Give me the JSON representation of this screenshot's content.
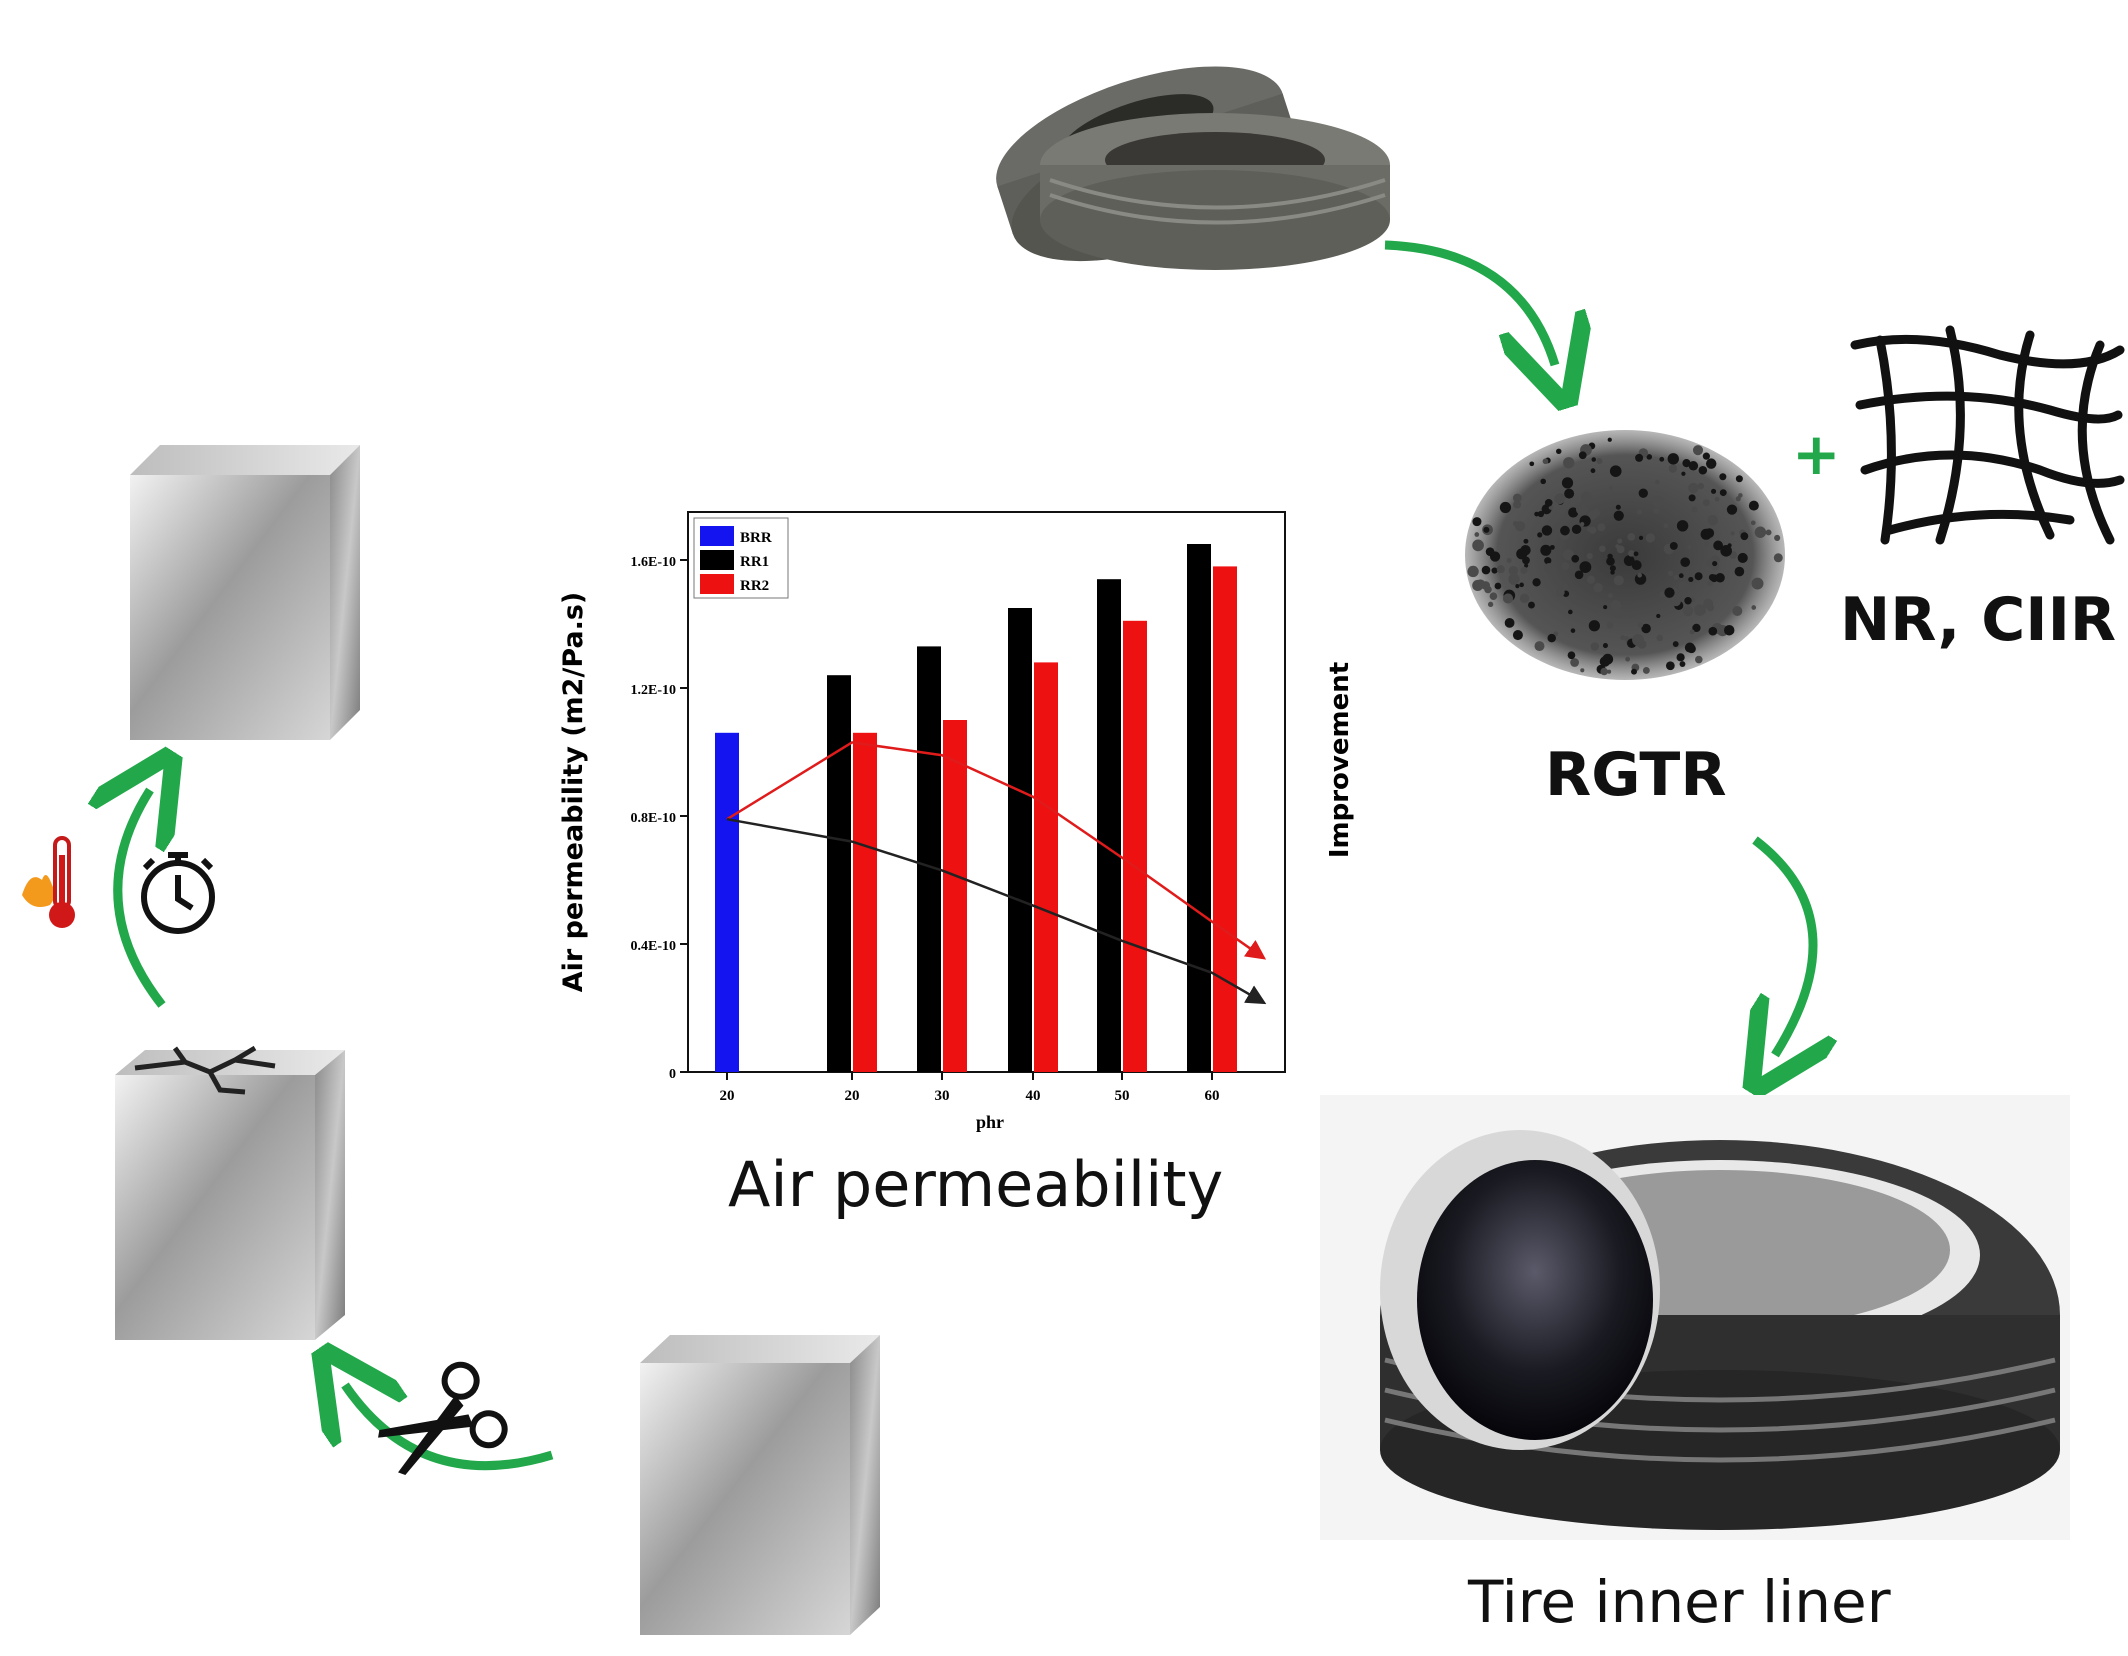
{
  "labels": {
    "rgtr": "RGTR",
    "nr_ciir": "NR, CIIR",
    "tire_inner_liner": "Tire inner liner",
    "air_permeability": "Air permeability",
    "plus": "+"
  },
  "colors": {
    "arrow_green": "#22a84a",
    "bar_blue": "#1414f0",
    "bar_black": "#000000",
    "bar_red": "#ee1111",
    "trend_red": "#e01b1b",
    "trend_black": "#222222"
  },
  "icons": [
    "tires-icon",
    "rubber-granules-icon",
    "polymer-network-icon",
    "tire-cross-section-icon",
    "cube-icon",
    "cracked-cube-icon",
    "scissors-icon",
    "thermometer-icon",
    "stopwatch-icon"
  ],
  "chart_data": {
    "type": "bar",
    "xlabel": "phr",
    "ylabel": "Air permeability (m2/Pa.s)",
    "ylabel_right": "Improvement",
    "categories": [
      "20",
      "20",
      "30",
      "40",
      "50",
      "60"
    ],
    "ytick_labels": [
      "0",
      "0.4E-10",
      "0.8E-10",
      "1.2E-10",
      "1.6E-10"
    ],
    "yticks": [
      0,
      0.4,
      0.8,
      1.2,
      1.6
    ],
    "ylim": [
      0,
      1.75
    ],
    "legend_position": "top-left",
    "series": [
      {
        "name": "BRR",
        "values": [
          1.06,
          null,
          null,
          null,
          null,
          null
        ]
      },
      {
        "name": "RR1",
        "values": [
          null,
          1.24,
          1.33,
          1.45,
          1.54,
          1.65
        ]
      },
      {
        "name": "RR2",
        "values": [
          null,
          1.06,
          1.1,
          1.28,
          1.41,
          1.58
        ]
      }
    ],
    "trend_lines": [
      {
        "color": "red",
        "points": [
          [
            0,
            0.79
          ],
          [
            1,
            1.03
          ],
          [
            2,
            0.99
          ],
          [
            3,
            0.86
          ],
          [
            4,
            0.67
          ],
          [
            5,
            0.47
          ],
          [
            6,
            0.36
          ]
        ]
      },
      {
        "color": "black",
        "points": [
          [
            0,
            0.79
          ],
          [
            1,
            0.72
          ],
          [
            2,
            0.63
          ],
          [
            3,
            0.52
          ],
          [
            4,
            0.41
          ],
          [
            5,
            0.31
          ],
          [
            6,
            0.22
          ]
        ]
      }
    ]
  }
}
